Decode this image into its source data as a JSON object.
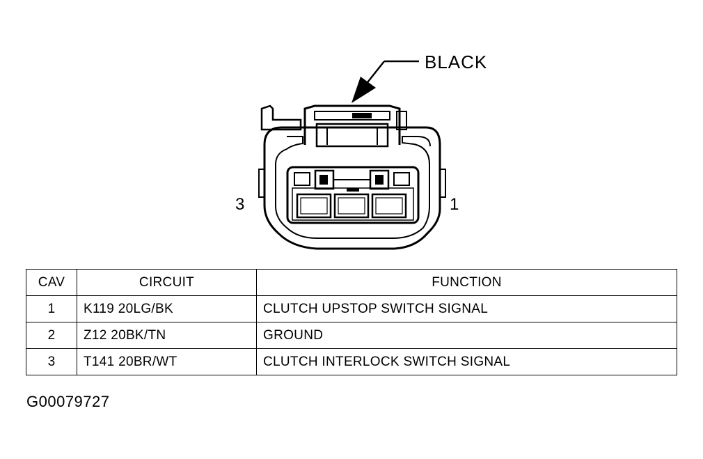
{
  "diagram": {
    "callout_label": "BLACK",
    "cavity_left_label": "3",
    "cavity_right_label": "1"
  },
  "table": {
    "headers": {
      "cav": "CAV",
      "circuit": "CIRCUIT",
      "function": "FUNCTION"
    },
    "rows": [
      {
        "cav": "1",
        "circuit": "K119 20LG/BK",
        "function": "CLUTCH UPSTOP SWITCH SIGNAL"
      },
      {
        "cav": "2",
        "circuit": "Z12 20BK/TN",
        "function": "GROUND"
      },
      {
        "cav": "3",
        "circuit": "T141 20BR/WT",
        "function": "CLUTCH INTERLOCK SWITCH SIGNAL"
      }
    ]
  },
  "figure_id": "G00079727"
}
